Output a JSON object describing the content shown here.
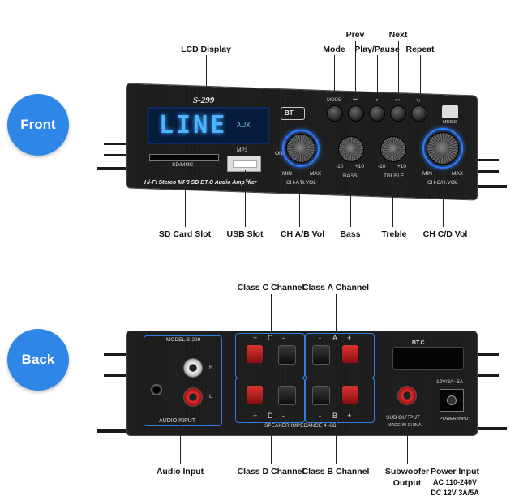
{
  "badges": {
    "front": "Front",
    "back": "Back"
  },
  "front": {
    "model": "S-299",
    "lcd_text": "LINE",
    "lcd_mode": "AUX",
    "bt_label": "BT",
    "music_label": "MUSIC",
    "subtitle": "Hi-Fi Stereo MP3 SD BT.C Audio Amplifier",
    "sd_label": "SD/MMC",
    "mp3_label": "MP3",
    "on_label": "ON",
    "buttons": [
      "MODE",
      "⏮",
      "⏯",
      "⏭",
      "↻"
    ],
    "knob_min": "MIN",
    "knob_max": "MAX",
    "knob_minus": "-10",
    "knob_plus": "+10",
    "ch_ab": "CH-A/B.VOL",
    "bass": "BASS",
    "treble": "TREBLE",
    "ch_cd": "CH-C/D.VOL"
  },
  "front_callouts": {
    "lcd": "LCD Display",
    "mode": "Mode",
    "prev": "Prev",
    "play": "Play/Pause",
    "next": "Next",
    "repeat": "Repeat",
    "sd": "SD Card Slot",
    "usb": "USB Slot",
    "chab": "CH A/B Vol",
    "bass": "Bass",
    "treble": "Treble",
    "chcd": "CH C/D Vol"
  },
  "back": {
    "model": "MODEL:S-299",
    "audio_input": "AUDIO INPUT",
    "r_label": "R",
    "l_label": "L",
    "top_plus": "+",
    "top_minus": "-",
    "top_c": "C",
    "top_a": "A",
    "bottom_d": "D",
    "bottom_b": "B",
    "impedance": "SPEAKER IMPEDANCE 4~8Ω",
    "btc": "BT.C",
    "voltage": "12V/3A~5A",
    "sub_output": "SUB OUTPUT",
    "made_in": "MADE IN CHINA",
    "power_input": "POWER INPUT"
  },
  "back_callouts": {
    "class_c": "Class C Channel",
    "class_a": "Class A Channel",
    "audio_input": "Audio Input",
    "class_d": "Class D Channel",
    "class_b": "Class B Channel",
    "sub_line1": "Subwoofer",
    "sub_line2": "Output",
    "power_line1": "Power Input",
    "power_line2": "AC 110-240V",
    "power_line3": "DC 12V 3A/5A"
  },
  "colors": {
    "badge": "#2e86e6",
    "lcd_glow": "#4db5ff",
    "knob_ring": "#2d7cff",
    "terminal_red": "#d33333",
    "callout_box": "#2f7fe0"
  }
}
